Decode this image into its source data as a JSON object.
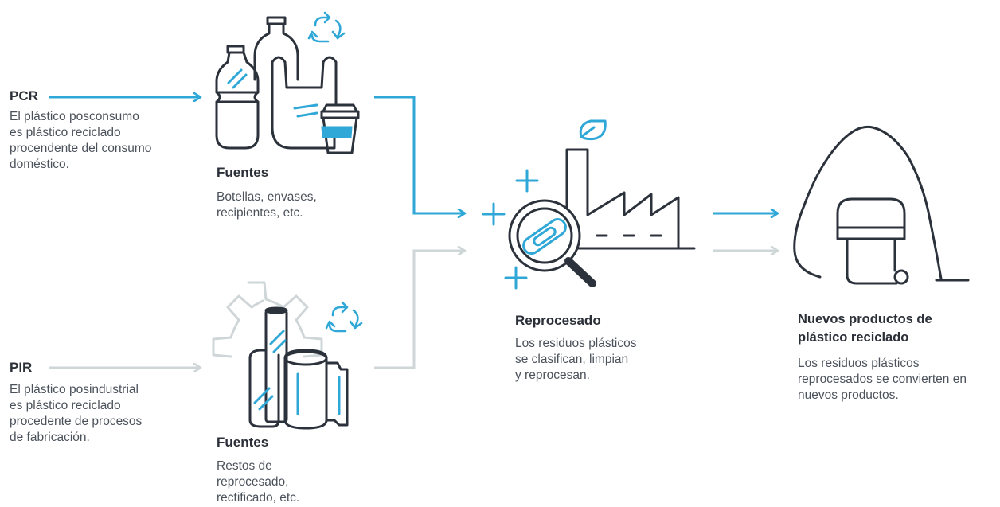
{
  "pcr": {
    "label": "PCR",
    "desc": [
      "El plástico posconsumo",
      "es plástico reciclado",
      "procendente del consumo",
      "doméstico."
    ]
  },
  "pir": {
    "label": "PIR",
    "desc": [
      "El plástico posindustrial",
      "es plástico reciclado",
      "procedente de procesos",
      "de fabricación."
    ]
  },
  "fuentes_top": {
    "title": "Fuentes",
    "desc": [
      "Botellas, envases,",
      "recipientes, etc."
    ]
  },
  "fuentes_bottom": {
    "title": "Fuentes",
    "desc": [
      "Restos de",
      "reprocesado,",
      "rectificado, etc."
    ]
  },
  "reprocesado": {
    "title": "Reprocesado",
    "desc": [
      "Los residuos plásticos",
      "se clasifican, limpian",
      "y reprocesan."
    ]
  },
  "nuevos": {
    "title": [
      "Nuevos productos de",
      "plástico reciclado"
    ],
    "desc": [
      "Los residuos plásticos",
      "reprocesados se convierten en",
      "nuevos productos."
    ]
  },
  "colors": {
    "accent_blue": "#2fa8d8",
    "light_gray": "#cfd6d8",
    "dark_stroke": "#2c323b"
  },
  "icons": [
    "bottles-bag-cup-icon",
    "recycle-icon",
    "industrial-rolls-gear-icon",
    "factory-magnifier-icon",
    "vacuum-cleaner-icon"
  ]
}
